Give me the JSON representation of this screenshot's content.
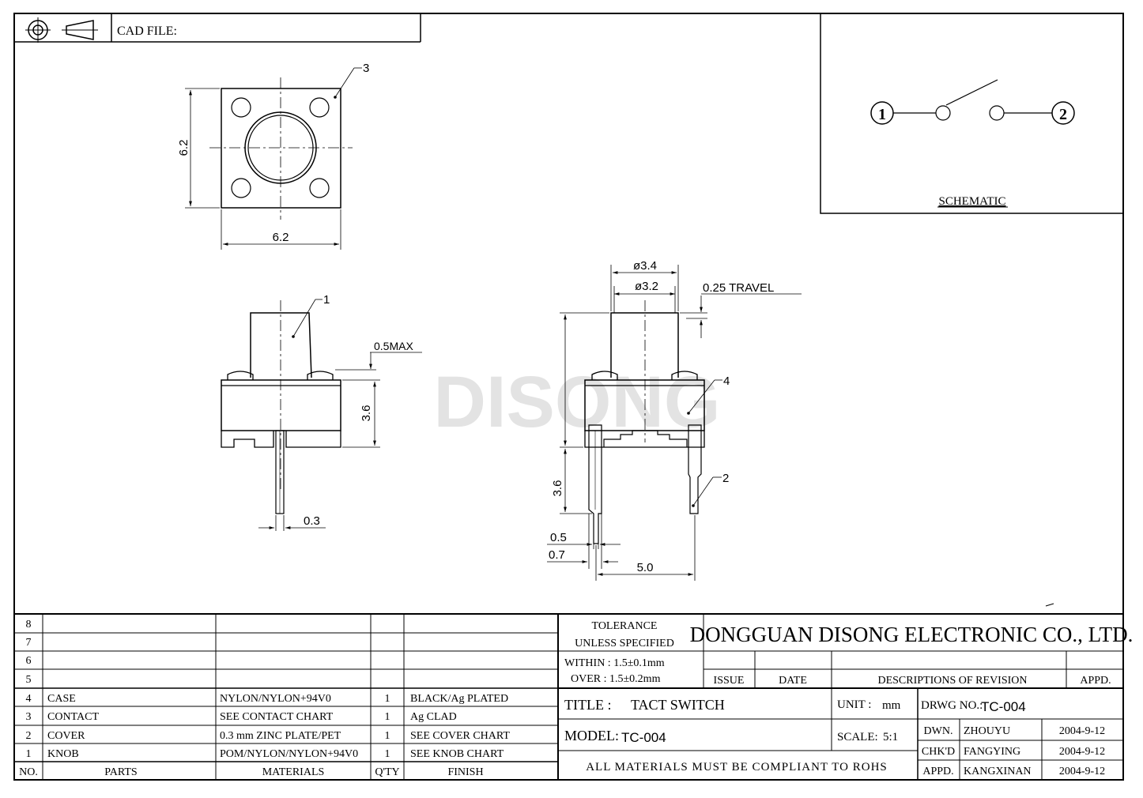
{
  "header": {
    "cad_file_label": "CAD FILE:"
  },
  "watermark": "DISONG",
  "top_view": {
    "dim_height": "6.2",
    "dim_width": "6.2",
    "callout": "3"
  },
  "front_view": {
    "callout": "1",
    "dim_max": "0.5MAX",
    "dim_height": "3.6",
    "dim_pin": "0.3"
  },
  "side_view": {
    "dim_dia_outer": "ø3.4",
    "dim_dia_inner": "ø3.2",
    "travel": "0.25 TRAVEL",
    "callout_cover": "4",
    "callout_contact": "2",
    "dim_leg": "3.6",
    "dim_05": "0.5",
    "dim_07": "0.7",
    "dim_pitch": "5.0"
  },
  "schematic": {
    "title": "SCHEMATIC",
    "terminal_1": "1",
    "terminal_2": "2"
  },
  "bom": {
    "empty_rows": [
      "8",
      "7",
      "6",
      "5"
    ],
    "rows": [
      {
        "no": "4",
        "part": "CASE",
        "material": "NYLON/NYLON+94V0",
        "qty": "1",
        "finish": "BLACK/Ag PLATED"
      },
      {
        "no": "3",
        "part": "CONTACT",
        "material": "SEE CONTACT CHART",
        "qty": "1",
        "finish": "Ag CLAD"
      },
      {
        "no": "2",
        "part": "COVER",
        "material": "0.3 mm ZINC PLATE/PET",
        "qty": "1",
        "finish": "SEE COVER CHART"
      },
      {
        "no": "1",
        "part": "KNOB",
        "material": "POM/NYLON/NYLON+94V0",
        "qty": "1",
        "finish": "SEE KNOB CHART"
      }
    ],
    "headers": {
      "no": "NO.",
      "parts": "PARTS",
      "materials": "MATERIALS",
      "qty": "Q'TY",
      "finish": "FINISH"
    }
  },
  "title_block": {
    "tolerance_1": "TOLERANCE",
    "tolerance_2": "UNLESS  SPECIFIED",
    "within": "WITHIN : 1.5±0.1mm",
    "over": "OVER : 1.5±0.2mm",
    "company": "DONGGUAN DISONG ELECTRONIC CO., LTD.",
    "rev_issue": "ISSUE",
    "rev_date": "DATE",
    "rev_desc": "DESCRIPTIONS OF REVISION",
    "rev_appd": "APPD.",
    "title_label": "TITLE :",
    "title_value": "TACT SWITCH",
    "unit_label": "UNIT :",
    "unit_value": "mm",
    "drwg_label": "DRWG NO.:",
    "drwg_value": "TC-004",
    "model_label": "MODEL:",
    "model_value": "TC-004",
    "scale_label": "SCALE:",
    "scale_value": "5:1",
    "dwn_label": "DWN.",
    "dwn_name": "ZHOUYU",
    "dwn_date": "2004-9-12",
    "chkd_label": "CHK'D",
    "chkd_name": "FANGYING",
    "chkd_date": "2004-9-12",
    "appd_label": "APPD.",
    "appd_name": "KANGXINAN",
    "appd_date": "2004-9-12",
    "rohs": "ALL MATERIALS MUST BE COMPLIANT TO ROHS"
  }
}
